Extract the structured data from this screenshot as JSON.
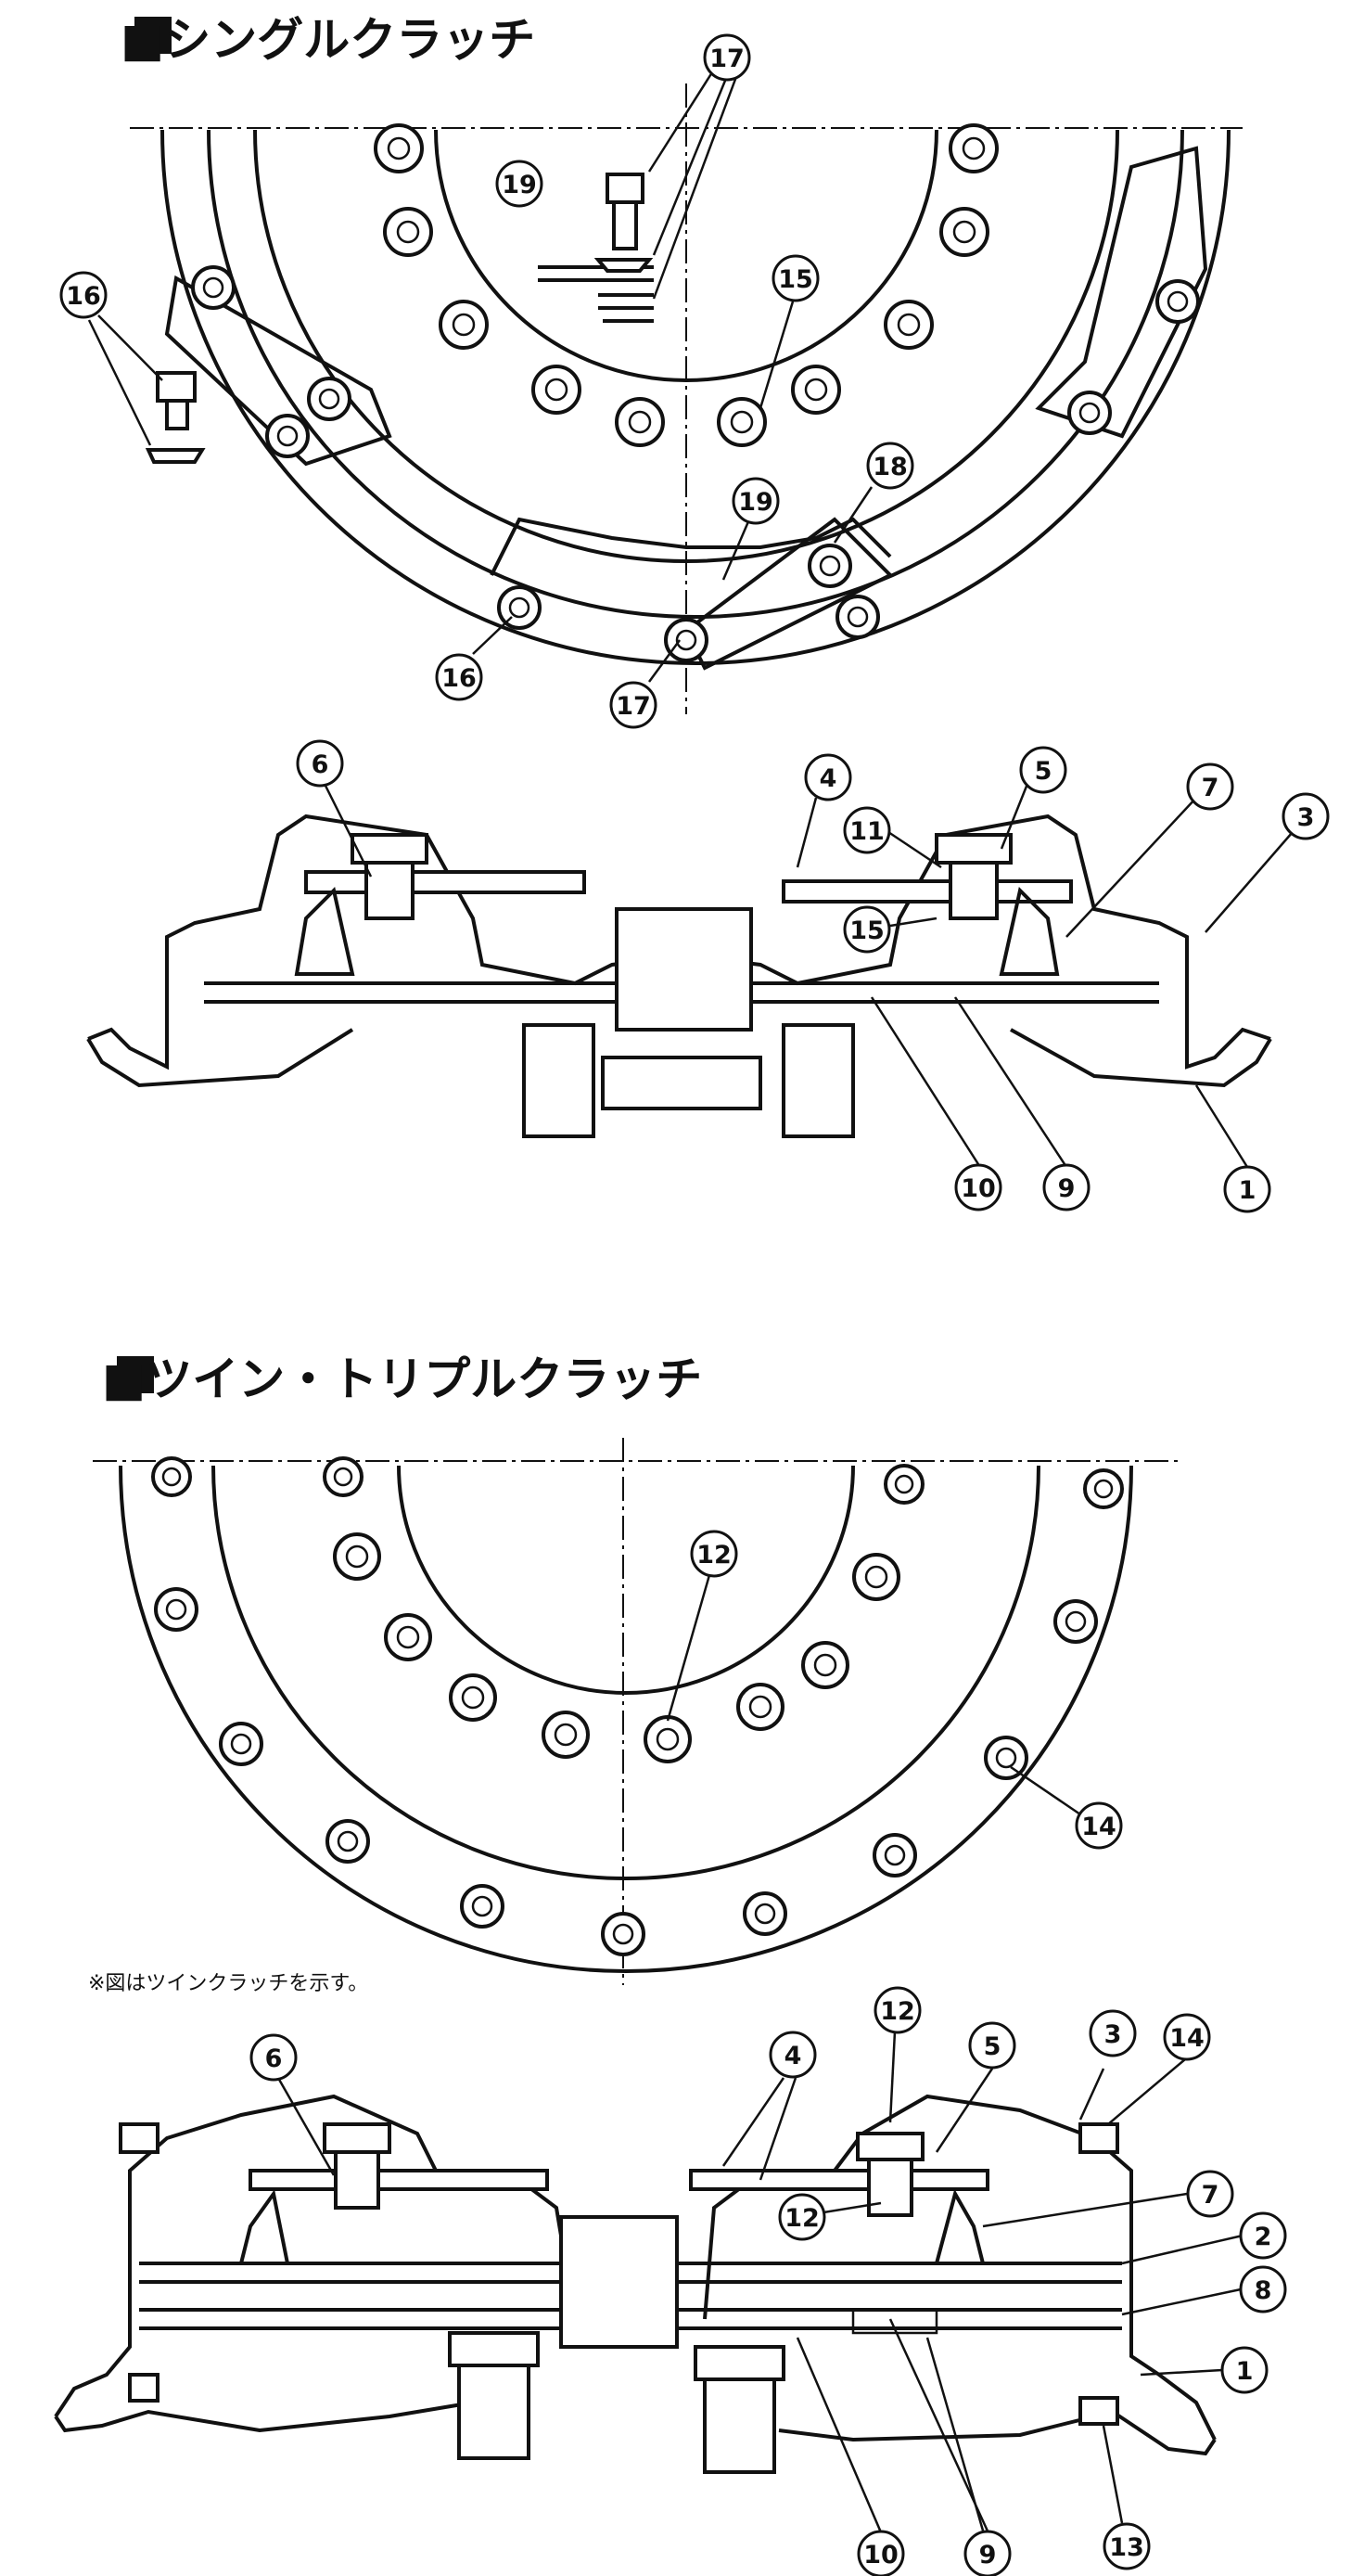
{
  "sections": {
    "single": {
      "title": "■シングルクラッチ"
    },
    "twin": {
      "title": "■ツイン・トリプルクラッチ",
      "note": "※図はツインクラッチを示す。"
    }
  },
  "callouts": {
    "s17a": "17",
    "s19a": "19",
    "s16a": "16",
    "s15a": "15",
    "s18": "18",
    "s19b": "19",
    "s16b": "16",
    "s17b": "17",
    "c6": "6",
    "c4": "4",
    "c11": "11",
    "c5": "5",
    "c7": "7",
    "c3": "3",
    "c15": "15",
    "c10": "10",
    "c9": "9",
    "c1": "1",
    "t12a": "12",
    "t14a": "14",
    "d6": "6",
    "d4": "4",
    "d12a": "12",
    "d5": "5",
    "d3": "3",
    "d14": "14",
    "d7": "7",
    "d12b": "12",
    "d2": "2",
    "d8": "8",
    "d1": "1",
    "d10": "10",
    "d9": "9",
    "d13": "13"
  }
}
